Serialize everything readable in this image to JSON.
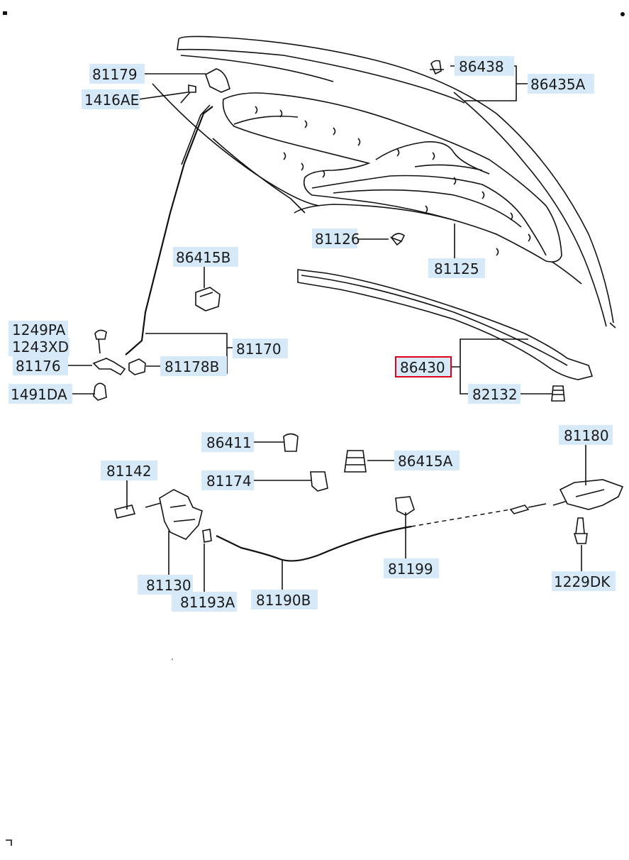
{
  "diagram": {
    "labels": {
      "p81179": "81179",
      "p1416AE": "1416AE",
      "p86438": "86438",
      "p86435A": "86435A",
      "p86415B": "86415B",
      "p81126": "81126",
      "p81125": "81125",
      "p1249PA": "1249PA",
      "p1243XD": "1243XD",
      "p81176": "81176",
      "p81178B": "81178B",
      "p81170": "81170",
      "p1491DA": "1491DA",
      "p86430": "86430",
      "p82132": "82132",
      "p86411": "86411",
      "p86415A": "86415A",
      "p81174": "81174",
      "p81180": "81180",
      "p81142": "81142",
      "p81130": "81130",
      "p81193A": "81193A",
      "p81190B": "81190B",
      "p81199": "81199",
      "p1229DK": "1229DK"
    },
    "highlighted_part": "86430",
    "colors": {
      "label_background": "#d6e9f8",
      "highlight": "#e0001b",
      "line": "#111111"
    }
  }
}
